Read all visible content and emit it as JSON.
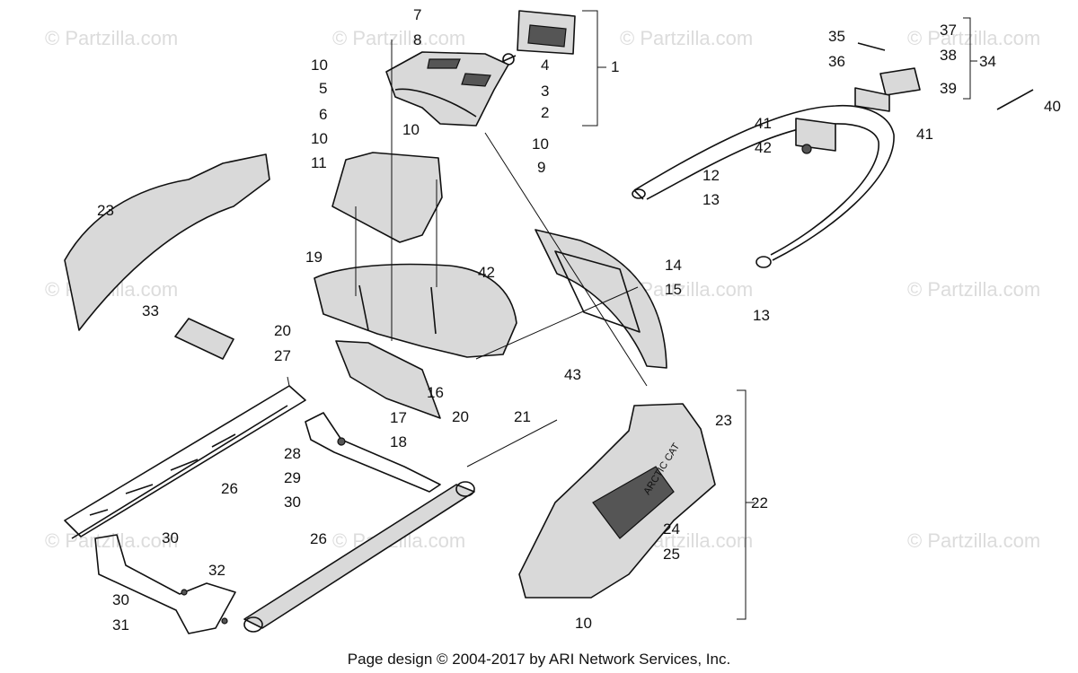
{
  "watermark": "© Partzilla.com",
  "footer": "Page design © 2004-2017 by ARI Network Services, Inc.",
  "callouts": {
    "c1": "1",
    "c2": "2",
    "c3": "3",
    "c4": "4",
    "c5": "5",
    "c6": "6",
    "c7": "7",
    "c8": "8",
    "c9": "9",
    "c10a": "10",
    "c10b": "10",
    "c10c": "10",
    "c10d": "10",
    "c10e": "10",
    "c11": "11",
    "c12": "12",
    "c13a": "13",
    "c13b": "13",
    "c14": "14",
    "c15": "15",
    "c16": "16",
    "c17": "17",
    "c18": "18",
    "c19": "19",
    "c20a": "20",
    "c20b": "20",
    "c21": "21",
    "c22": "22",
    "c23a": "23",
    "c23b": "23",
    "c24": "24",
    "c25": "25",
    "c26a": "26",
    "c26b": "26",
    "c27": "27",
    "c28": "28",
    "c29": "29",
    "c30a": "30",
    "c30b": "30",
    "c30c": "30",
    "c31": "31",
    "c32": "32",
    "c33": "33",
    "c34": "34",
    "c35": "35",
    "c36": "36",
    "c37": "37",
    "c38": "38",
    "c39": "39",
    "c40": "40",
    "c41a": "41",
    "c41b": "41",
    "c42a": "42",
    "c42b": "42",
    "c43": "43"
  }
}
